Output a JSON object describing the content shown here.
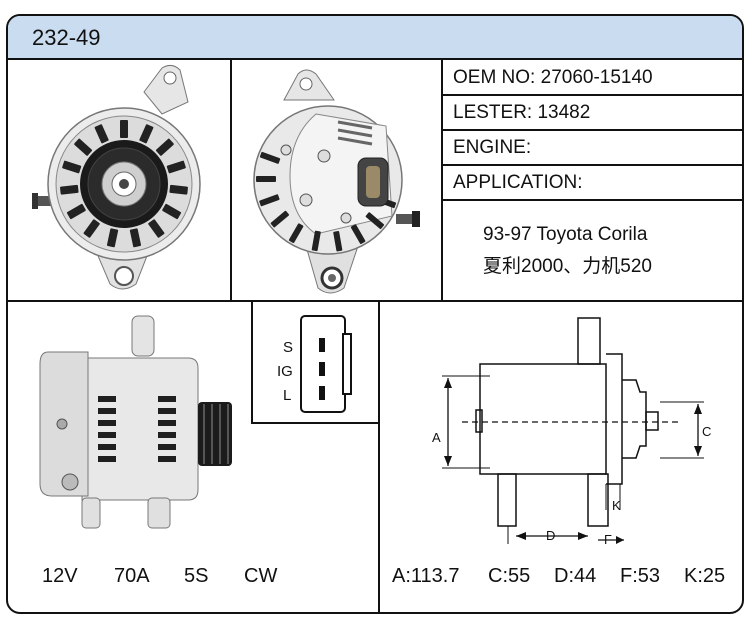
{
  "header": {
    "title": "232-49"
  },
  "specs": {
    "oem_label": "OEM NO:",
    "oem_value": "27060-15140",
    "lester_label": "LESTER:",
    "lester_value": "13482",
    "engine_label": "ENGINE:",
    "engine_value": "",
    "application_label": "APPLICATION:",
    "application_lines": [
      "93-97 Toyota Corila",
      "夏利2000、力机520"
    ]
  },
  "connector": {
    "pins": [
      "S",
      "IG",
      "L"
    ]
  },
  "ratings": {
    "voltage": "12V",
    "amperage": "70A",
    "pulley": "5S",
    "rotation": "CW"
  },
  "dimensions": {
    "labels": {
      "a": "A",
      "c": "C",
      "d": "D",
      "f": "F",
      "k": "K"
    },
    "values": {
      "a": "A:113.7",
      "c": "C:55",
      "d": "D:44",
      "f": "F:53",
      "k": "K:25"
    }
  }
}
